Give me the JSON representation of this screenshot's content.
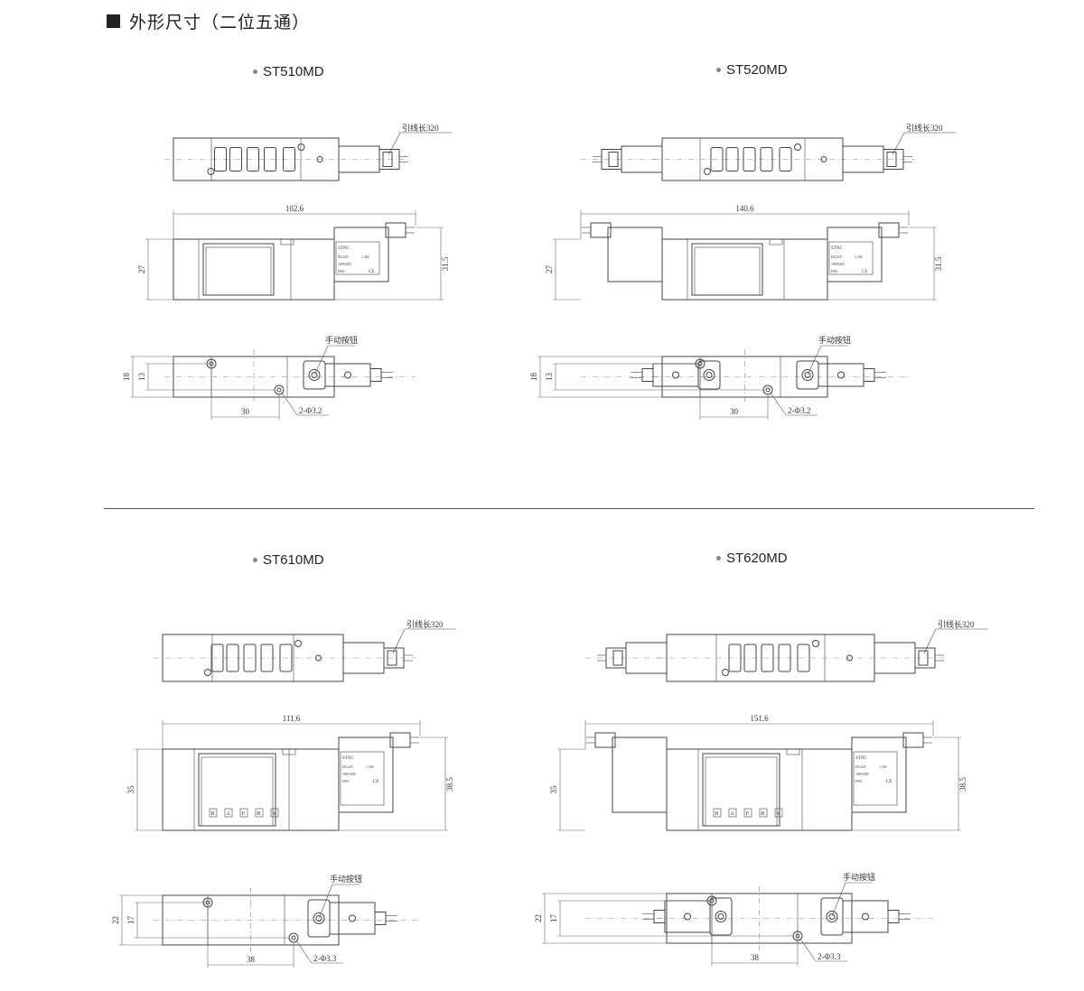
{
  "title": "外形尺寸（二位五通）",
  "common": {
    "lead_label": "引线长320",
    "manual_label": "手动按钮"
  },
  "models": [
    {
      "name": "ST510MD",
      "length": "102.6",
      "body_h": "27",
      "total_h": "31.5",
      "outer_w": "18",
      "hole_pitch_v": "13",
      "hole_pitch_h": "30",
      "holes": "2-Φ3.2",
      "ports": []
    },
    {
      "name": "ST520MD",
      "length": "140.6",
      "body_h": "27",
      "total_h": "31.5",
      "outer_w": "18",
      "hole_pitch_v": "13",
      "hole_pitch_h": "30",
      "holes": "2-Φ3.2",
      "ports": []
    },
    {
      "name": "ST610MD",
      "length": "111.6",
      "body_h": "35",
      "total_h": "38.5",
      "outer_w": "22",
      "hole_pitch_v": "17",
      "hole_pitch_h": "38",
      "holes": "2-Φ3.3",
      "ports": [
        "R",
        "A",
        "P",
        "B",
        "S"
      ]
    },
    {
      "name": "ST620MD",
      "length": "151.6",
      "body_h": "35",
      "total_h": "38.5",
      "outer_w": "22",
      "hole_pitch_v": "17",
      "hole_pitch_h": "38",
      "holes": "2-Φ3.3",
      "ports": [
        "R",
        "A",
        "P",
        "B",
        "S"
      ]
    }
  ],
  "coil_label": {
    "brand": "STNC",
    "voltage": "DC24V",
    "power": "1.2W",
    "duty": "100%ED",
    "ip": "IP65",
    "mark": "CE"
  }
}
